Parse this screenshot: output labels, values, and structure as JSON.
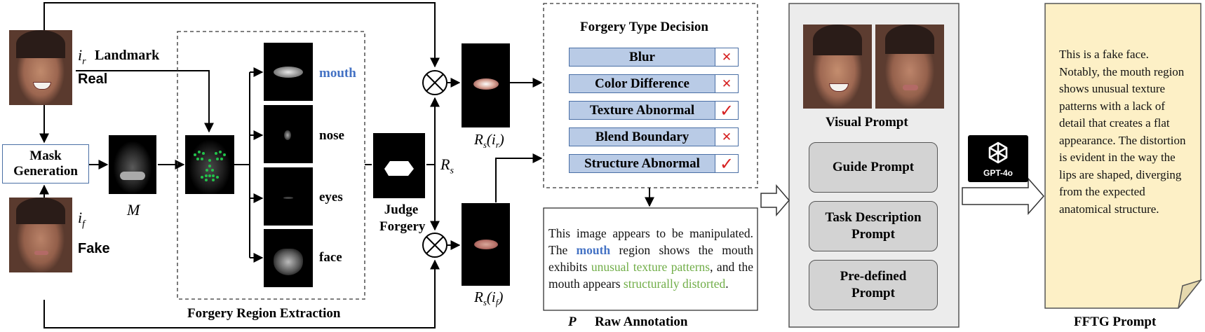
{
  "inputs": {
    "real_label": "Real",
    "fake_label": "Fake",
    "ir_symbol": "i",
    "ir_sub": "r",
    "landmark_label": "Landmark",
    "if_symbol": "i",
    "if_sub": "f"
  },
  "mask": {
    "generation_label_1": "Mask",
    "generation_label_2": "Generation",
    "m_symbol": "M"
  },
  "extraction": {
    "title": "Forgery Region Extraction",
    "regions": [
      "mouth",
      "nose",
      "eyes",
      "face"
    ],
    "highlight_color": "#4472c4"
  },
  "judge": {
    "label_1": "Judge",
    "label_2": "Forgery",
    "rs_symbol": "R",
    "rs_sub": "s"
  },
  "crops": {
    "top_label_main": "R",
    "top_label_sub": "s",
    "top_label_arg": "i",
    "top_label_arg_sub": "r",
    "bottom_label_arg_sub": "f"
  },
  "decision": {
    "title": "Forgery Type Decision",
    "items": [
      {
        "label": "Blur",
        "mark": "✕",
        "positive": false
      },
      {
        "label": "Color Difference",
        "mark": "✕",
        "positive": false
      },
      {
        "label": "Texture Abnormal",
        "mark": "✓",
        "positive": true
      },
      {
        "label": "Blend Boundary",
        "mark": "✕",
        "positive": false
      },
      {
        "label": "Structure Abnormal",
        "mark": "✓",
        "positive": true
      }
    ],
    "cross_color": "#d62020",
    "check_color": "#d62020"
  },
  "annotation": {
    "text_1": "This image appears to be manipulated. The ",
    "text_mouth": "mouth",
    "text_2": " region shows the mouth exhibits ",
    "text_green_1": "unusual texture patterns",
    "text_3": ", and the mouth appears ",
    "text_green_2": "structurally distorted",
    "text_4": ".",
    "p_symbol": "P",
    "caption": "Raw Annotation",
    "green_color": "#70ad47"
  },
  "prompt_panel": {
    "visual_prompt": "Visual Prompt",
    "guide_prompt": "Guide Prompt",
    "task_description_prompt": "Task Description Prompt",
    "predefined_prompt": "Pre-defined Prompt"
  },
  "gpt": {
    "label": "GPT-4o",
    "icon": "openai-logo-icon"
  },
  "fftg": {
    "text": "This is a fake face. Notably, the mouth region shows unusual texture patterns with a lack of detail that creates a flat appearance. The distortion is evident in the way the lips are shaped, diverging from the expected anatomical structure.",
    "caption": "FFTG Prompt",
    "paper_color": "#fdf0c6"
  }
}
